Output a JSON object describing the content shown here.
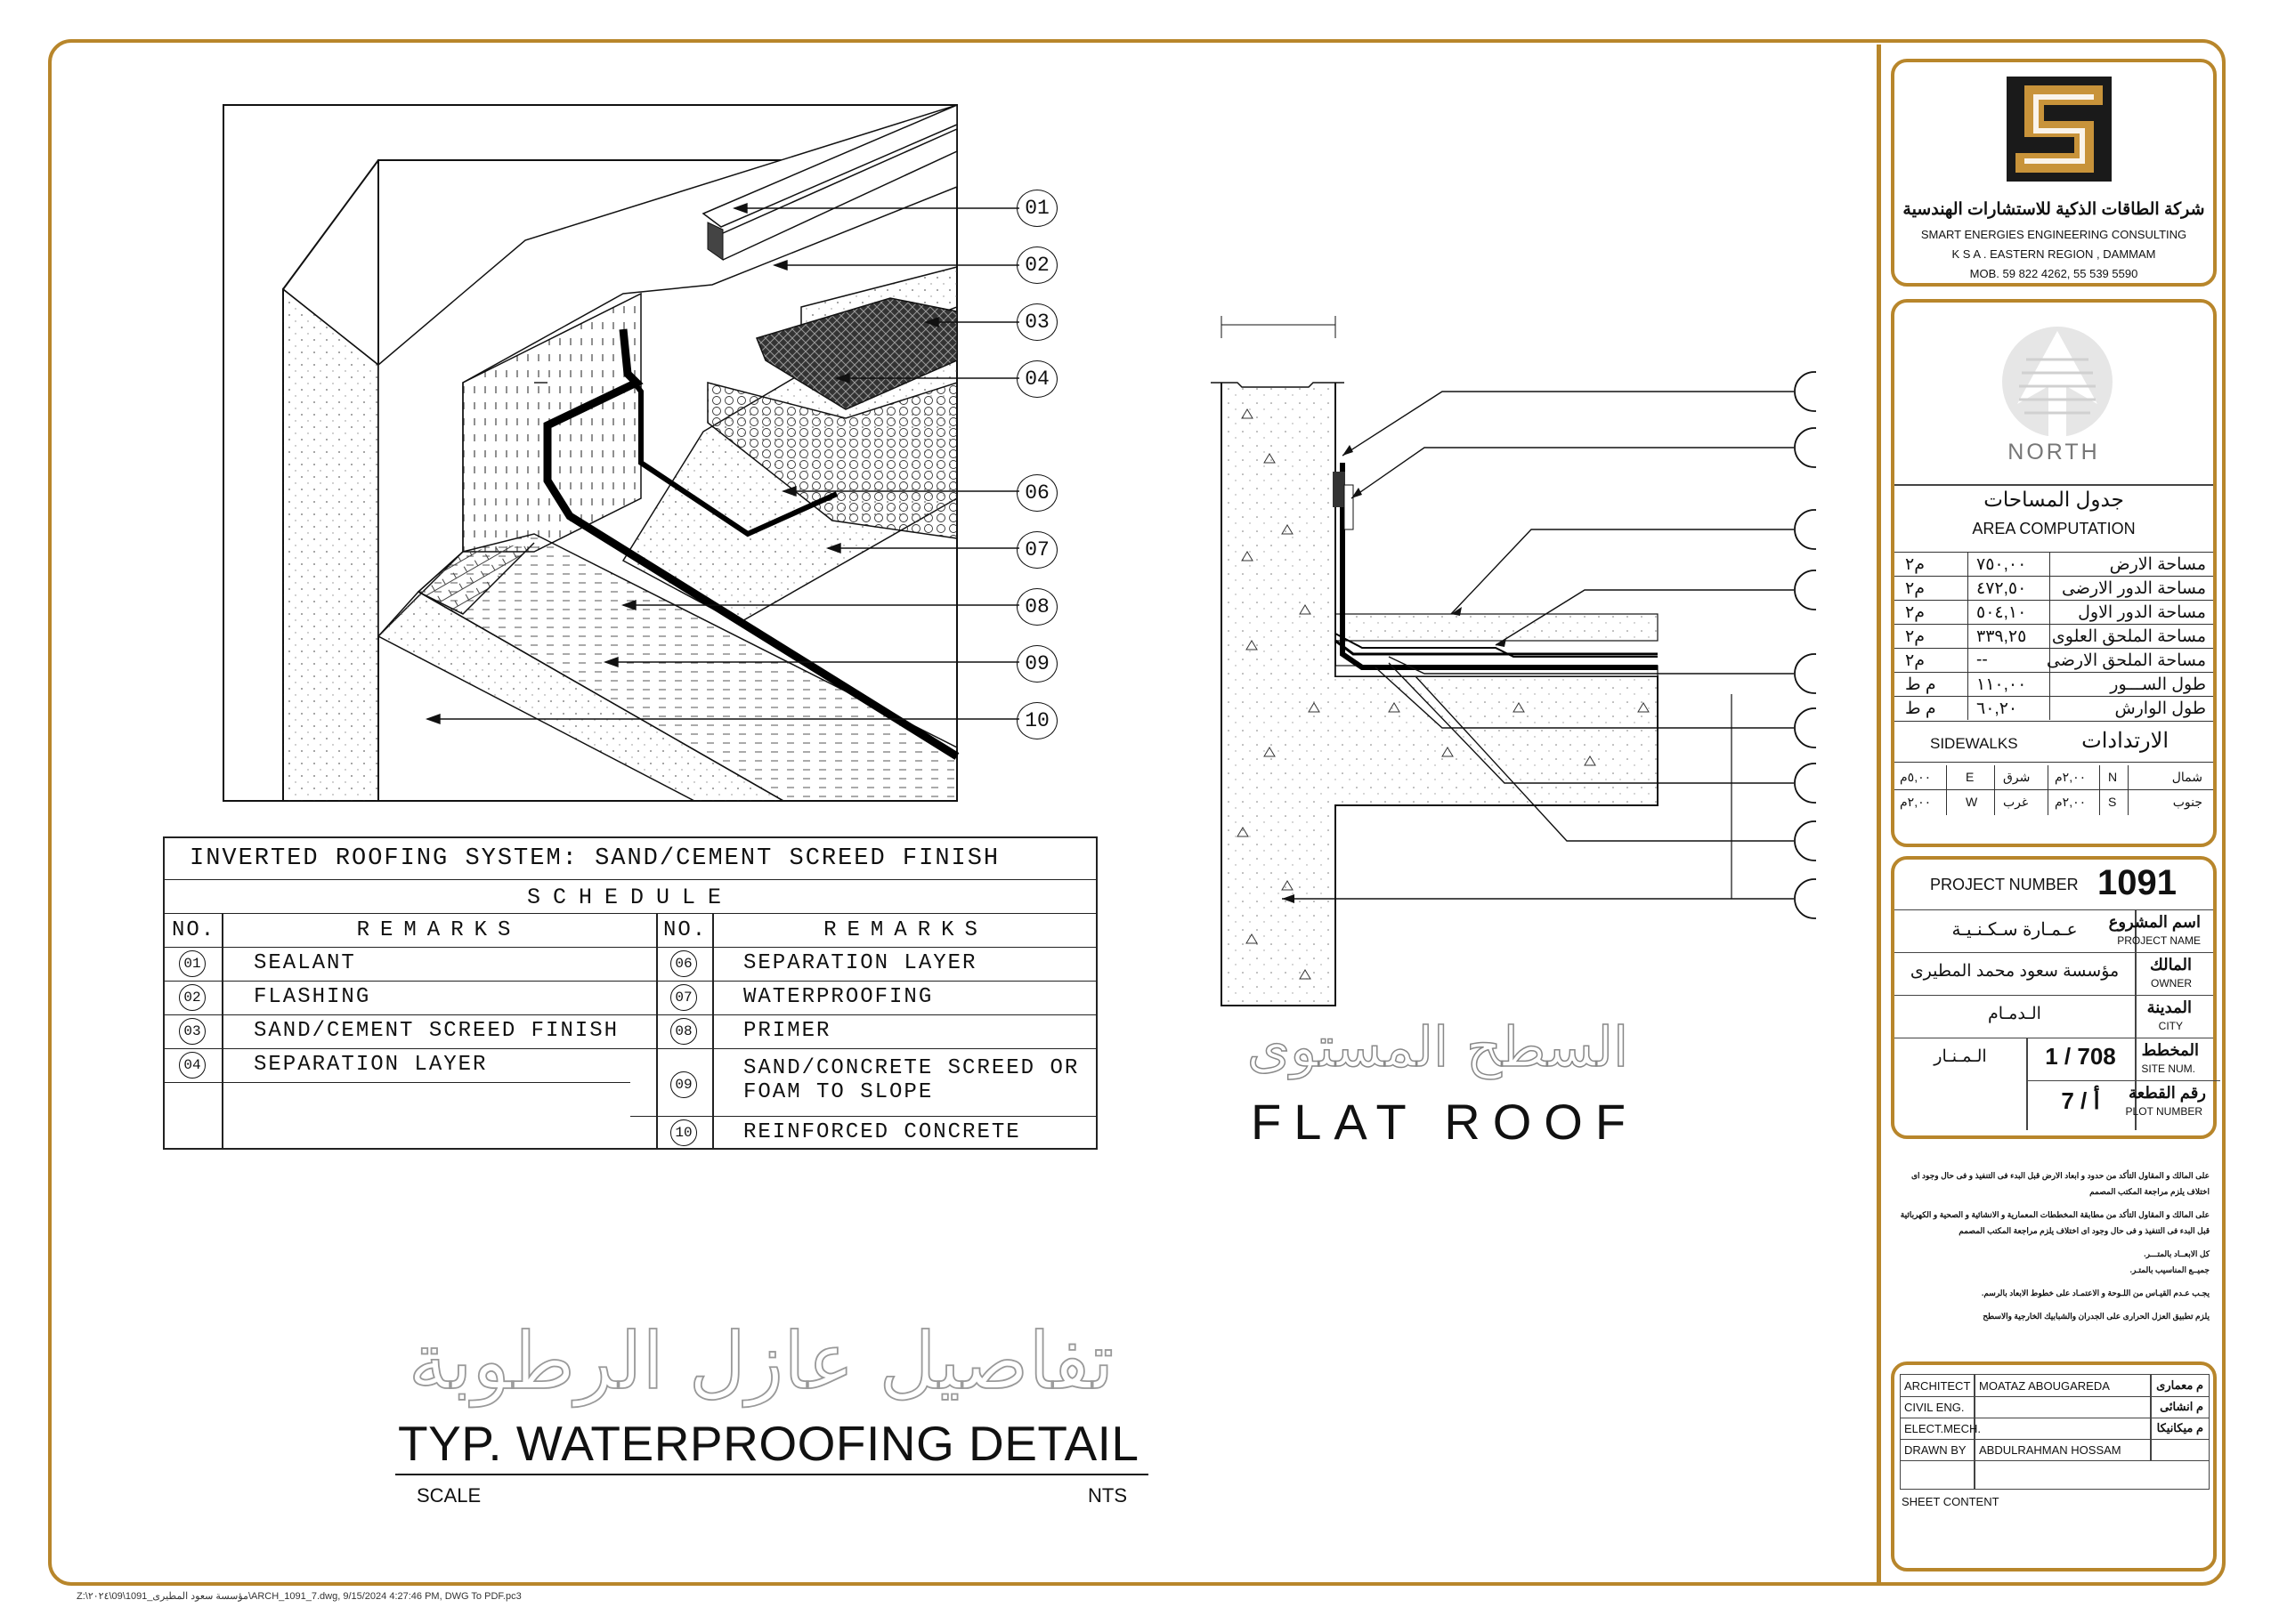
{
  "company": {
    "name_ar": "شركة الطاقات الذكية للاستشارات الهندسية",
    "name_en": "SMART ENERGIES ENGINEERING CONSULTING",
    "location": "K S A . EASTERN REGION , DAMMAM",
    "phone": "MOB. 59 822 4262, 55 539 5590"
  },
  "north": {
    "label": "NORTH"
  },
  "area": {
    "title_ar": "جدول المساحات",
    "title_en": "AREA COMPUTATION",
    "rows": [
      {
        "label": "مساحة الارض",
        "value": "٧٥٠,٠٠",
        "unit": "م٢"
      },
      {
        "label": "مساحة الدور الارضى",
        "value": "٤٧٢,٥٠",
        "unit": "م٢"
      },
      {
        "label": "مساحة الدور الاول",
        "value": "٥٠٤,١٠",
        "unit": "م٢"
      },
      {
        "label": "مساحة الملحق العلوى",
        "value": "٣٣٩,٢٥",
        "unit": "م٢"
      },
      {
        "label": "مساحة الملحق الارضى",
        "value": "--",
        "unit": "م٢"
      },
      {
        "label": "طول الســـور",
        "value": "١١٠,٠٠",
        "unit": "م ط"
      },
      {
        "label": "طول الوارش",
        "value": "٦٠,٢٠",
        "unit": "م ط"
      }
    ],
    "sidewalks_en": "SIDEWALKS",
    "sidewalks_ar": "الارتدادات",
    "dirs": [
      {
        "ar": "شمال",
        "en": "N",
        "val": "٢,٠٠م",
        "ar2": "شرق",
        "en2": "E",
        "val2": "٥,٠٠م"
      },
      {
        "ar": "جنوب",
        "en": "S",
        "val": "٢,٠٠م",
        "ar2": "غرب",
        "en2": "W",
        "val2": "٢,٠٠م"
      }
    ]
  },
  "project": {
    "number_label": "PROJECT NUMBER",
    "number": "1091",
    "name_label_ar": "اسم المشروع",
    "name_label_en": "PROJECT NAME",
    "name": "عـمـارة سـكـنـيـة",
    "owner_label_ar": "المالك",
    "owner_label_en": "OWNER",
    "owner": "مؤسسة سعود محمد المطيرى",
    "city_label_ar": "المدينة",
    "city_label_en": "CITY",
    "city": "الـدمـام",
    "site_label_ar": "المخطط",
    "site_label_en": "SITE NUM.",
    "district": "الـمـنـار",
    "site_num": "1 / 708",
    "plot_label_ar": "رقم القطعة",
    "plot_label_en": "PLOT NUMBER",
    "plot_num": "7 / أ"
  },
  "notes": [
    "على المالك و المقاول التأكد من حدود و ابعاد الارض قبل البدء فى التنفيذ و فى حال وجود اى اختلاف يلزم مراجعة المكتب المصمم",
    "على المالك و المقاول التأكد من مطابقة المخططات المعمارية و الانشائية و الصحية و الكهربائية قبل البدء فى التنفيذ و فى حال وجود اى اختلاف يلزم مراجعة المكتب المصمم",
    "كل الابعــاد بالمتـــر.",
    "جميــع المناسيب بالمتـر.",
    "يجـب عـدم القيـاس من اللـوحة و الاعتمـاد على خطوط الابعاد بالرسم.",
    "يلزم تطبيق العزل الحرارى على الجدران والشبابيك الخارجية والاسطح"
  ],
  "credits": [
    {
      "en": "ARCHITECT",
      "name": "MOATAZ ABOUGAREDA",
      "ar": "م معمارى"
    },
    {
      "en": "CIVIL ENG.",
      "name": "",
      "ar": "م انشائى"
    },
    {
      "en": "ELECT.MECH.",
      "name": "",
      "ar": "م ميكانيكا"
    },
    {
      "en": "DRAWN BY",
      "name": "ABDULRAHMAN HOSSAM",
      "ar": ""
    }
  ],
  "sheet_content_label": "SHEET CONTENT",
  "callouts": [
    "01",
    "02",
    "03",
    "04",
    "06",
    "07",
    "08",
    "09",
    "10"
  ],
  "schedule": {
    "title": "INVERTED ROOFING SYSTEM: SAND/CEMENT SCREED FINISH",
    "subtitle": "SCHEDULE",
    "col_no": "NO.",
    "col_remarks": "REMARKS",
    "left": [
      {
        "no": "01",
        "text": "SEALANT"
      },
      {
        "no": "02",
        "text": "FLASHING"
      },
      {
        "no": "03",
        "text": "SAND/CEMENT SCREED FINISH"
      },
      {
        "no": "04",
        "text": "SEPARATION LAYER"
      }
    ],
    "right": [
      {
        "no": "06",
        "text": "SEPARATION LAYER"
      },
      {
        "no": "07",
        "text": "WATERPROOFING"
      },
      {
        "no": "08",
        "text": "PRIMER"
      },
      {
        "no": "09",
        "text": "SAND/CONCRETE SCREED OR FOAM TO SLOPE"
      },
      {
        "no": "10",
        "text": "REINFORCED CONCRETE"
      }
    ]
  },
  "flat_roof": {
    "title_ar": "السطح المستوى",
    "title_en": "FLAT ROOF"
  },
  "main_title": {
    "ar": "تفاصيل عازل الرطوبة",
    "en": "TYP. WATERPROOFING DETAIL",
    "scale_label": "SCALE",
    "scale_value": "NTS"
  },
  "file_path": "Z:\\٢٠٢٤\\09\\1091_مؤسسة سعود المطيرى\\ARCH_1091_7.dwg, 9/15/2024 4:27:46 PM, DWG To PDF.pc3"
}
